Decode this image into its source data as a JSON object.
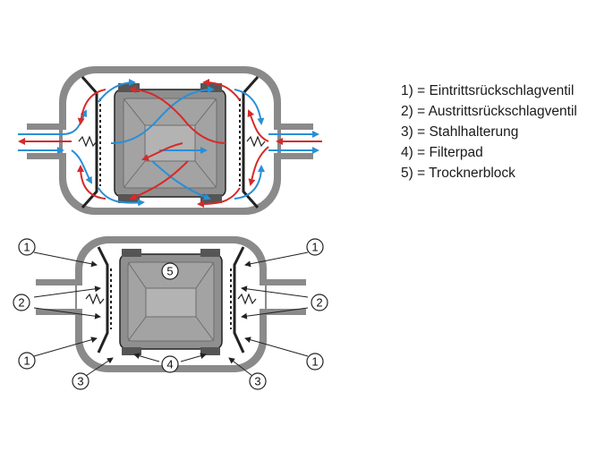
{
  "legend": [
    "1) = Eintrittsrückschlagventil",
    "2) = Austrittsrückschlagventil",
    "3) = Stahlhalterung",
    "4) = Filterpad",
    "5) = Trocknerblock"
  ],
  "callouts": {
    "c1_top_left": "1",
    "c2_left": "2",
    "c1_bottom_left": "1",
    "c3_left": "3",
    "c4_center": "4",
    "c5_block": "5",
    "c1_top_right": "1",
    "c2_right": "2",
    "c1_bottom_right": "1",
    "c3_right": "3"
  },
  "colors": {
    "shell": "#8a8a8a",
    "shell_inner": "#ffffff",
    "block": "#8f8f8f",
    "block_light": "#b3b3b3",
    "flow_in": "#2a8fd6",
    "flow_out": "#d62a2a",
    "outline": "#222222"
  }
}
